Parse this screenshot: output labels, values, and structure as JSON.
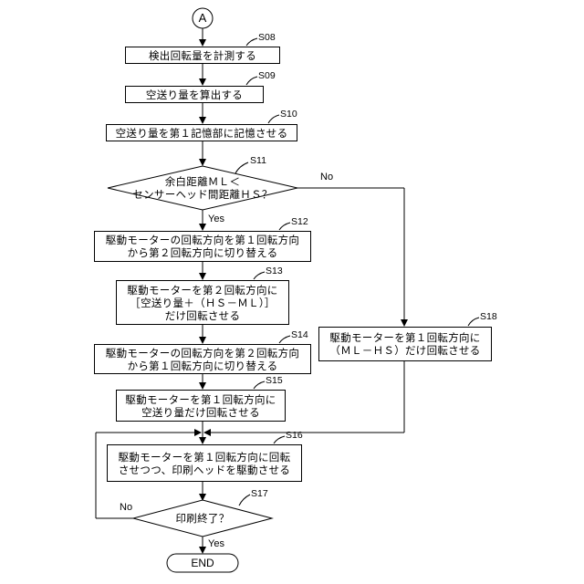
{
  "connector": "A",
  "steps": {
    "s08": {
      "id": "S08",
      "lines": [
        "検出回転量を計測する"
      ]
    },
    "s09": {
      "id": "S09",
      "lines": [
        "空送り量を算出する"
      ]
    },
    "s10": {
      "id": "S10",
      "lines": [
        "空送り量を第１記憶部に記憶させる"
      ]
    },
    "s11": {
      "id": "S11",
      "lines": [
        "余白距離ＭＬ＜",
        "センサーヘッド間距離ＨＳ？"
      ]
    },
    "s12": {
      "id": "S12",
      "lines": [
        "駆動モーターの回転方向を第１回転方向",
        "から第２回転方向に切り替える"
      ]
    },
    "s13": {
      "id": "S13",
      "lines": [
        "駆動モーターを第２回転方向に",
        "［空送り量＋（ＨＳ－ＭＬ）］",
        "だけ回転させる"
      ]
    },
    "s14": {
      "id": "S14",
      "lines": [
        "駆動モーターの回転方向を第２回転方向",
        "から第１回転方向に切り替える"
      ]
    },
    "s15": {
      "id": "S15",
      "lines": [
        "駆動モーターを第１回転方向に",
        "空送り量だけ回転させる"
      ]
    },
    "s16": {
      "id": "S16",
      "lines": [
        "駆動モーターを第１回転方向に回転",
        "させつつ、印刷ヘッドを駆動させる"
      ]
    },
    "s17": {
      "id": "S17",
      "lines": [
        "印刷終了？"
      ]
    },
    "s18": {
      "id": "S18",
      "lines": [
        "駆動モーターを第１回転方向に",
        "（ＭＬ－ＨＳ）だけ回転させる"
      ]
    }
  },
  "edge_labels": {
    "yes": "Yes",
    "no": "No"
  },
  "terminal": "END"
}
